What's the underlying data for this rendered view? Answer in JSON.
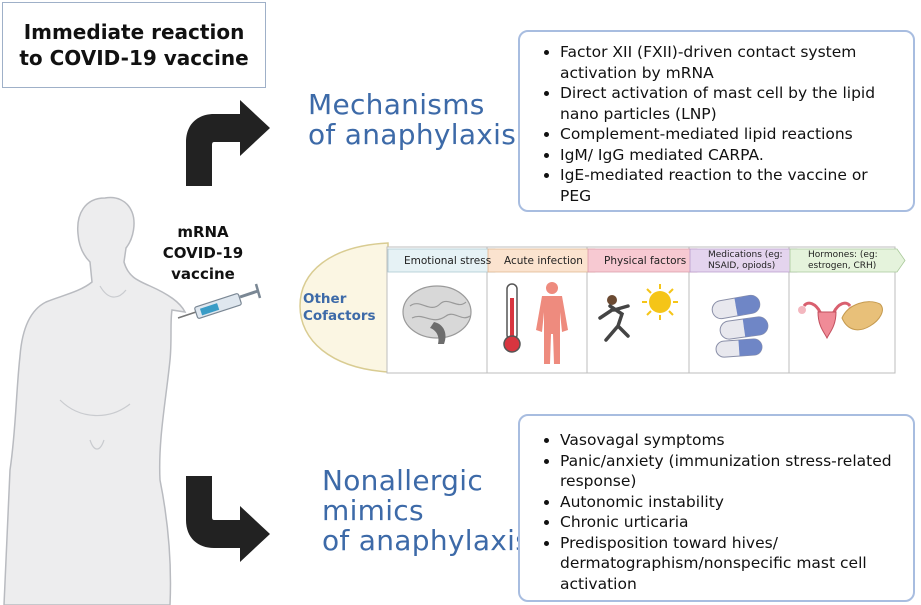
{
  "title": {
    "line1": "Immediate reaction",
    "line2": "to COVID-19 vaccine"
  },
  "vaccine_label": {
    "line1": "mRNA",
    "line2": "COVID-19",
    "line3": "vaccine"
  },
  "mechanisms": {
    "heading_line1": "Mechanisms",
    "heading_line2": "of anaphylaxis",
    "items": [
      "Factor XII (FXII)-driven contact system activation by mRNA",
      "Direct activation of mast cell by the lipid nano particles (LNP)",
      "Complement-mediated lipid reactions",
      "IgM/ IgG mediated CARPA.",
      "IgE-mediated reaction to the vaccine or PEG"
    ]
  },
  "cofactors": {
    "label_line1": "Other",
    "label_line2": "Cofactors",
    "items": [
      {
        "label": "Emotional stress",
        "color": "#e6f2f5",
        "icon": "brain-icon"
      },
      {
        "label": "Acute infection",
        "color": "#fbe3cf",
        "icon": "fever-icon"
      },
      {
        "label": "Physical factors",
        "color": "#f7c9d2",
        "icon": "exercise-sun-icon"
      },
      {
        "label": "Medications (eg: NSAID, opiods)",
        "color": "#e4d4ee",
        "icon": "pills-icon"
      },
      {
        "label": "Hormones: (eg: estrogen, CRH)",
        "color": "#e5f3dc",
        "icon": "organs-icon"
      }
    ]
  },
  "mimics": {
    "heading_line1": "Nonallergic",
    "heading_line2": "mimics",
    "heading_line3": "of anaphylaxis",
    "items": [
      "Vasovagal symptoms",
      "Panic/anxiety (immunization stress-related response)",
      "Autonomic instability",
      "Chronic urticaria",
      "Predisposition toward hives/ dermatographism/nonspecific mast cell activation"
    ]
  },
  "colors": {
    "heading_blue": "#3d6aa8",
    "box_border": "#a8bde0",
    "arrow": "#222222"
  }
}
